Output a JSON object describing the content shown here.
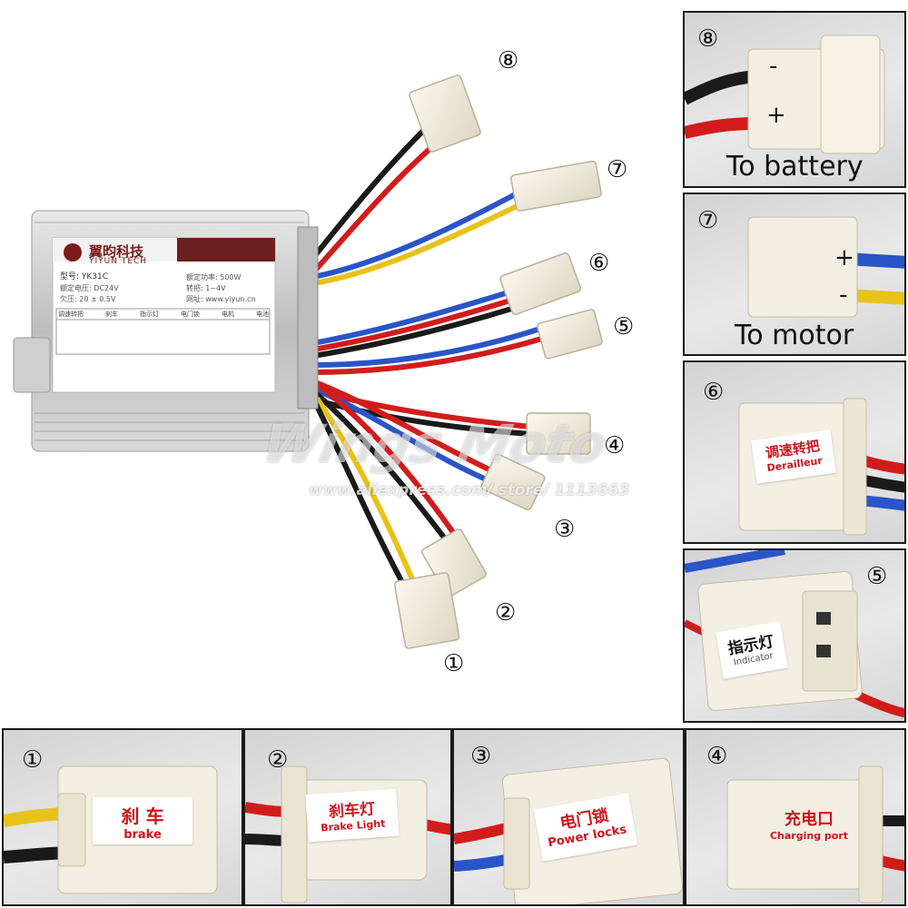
{
  "controller": {
    "brand_cn": "翼昀科技",
    "brand_en": "YIYUN TECH",
    "model": "型号: YK31C",
    "spec1": "额定电压: DC24V",
    "spec2": "欠压: 20 ± 0.5V",
    "spec3": "额定功率: 500W",
    "spec4": "转把: 1~4V",
    "spec5": "网址: www.yiyun.cn",
    "table_headers": [
      "调速转把",
      "刹车",
      "指示灯",
      "电门锁",
      "电机",
      "电池"
    ]
  },
  "watermark": {
    "line1": "Wings Moto",
    "line2": "www.aliexpress.com/ store/ 1113663"
  },
  "main_markers": [
    "⑧",
    "⑦",
    "⑥",
    "⑤",
    "④",
    "③",
    "②",
    "①"
  ],
  "panels": {
    "p8": {
      "num": "⑧",
      "minus": "-",
      "plus": "+",
      "caption": "To battery"
    },
    "p7": {
      "num": "⑦",
      "plus": "+",
      "minus": "-",
      "caption": "To motor"
    },
    "p6": {
      "num": "⑥",
      "cn": "调速转把",
      "en": "Derailleur"
    },
    "p5": {
      "num": "⑤",
      "cn": "指示灯",
      "en": "Indicator"
    },
    "p1": {
      "num": "①",
      "cn": "刹  车",
      "en": "brake"
    },
    "p2": {
      "num": "②",
      "cn": "刹车灯",
      "en": "Brake Light"
    },
    "p3": {
      "num": "③",
      "cn": "电门锁",
      "en": "Power locks"
    },
    "p4": {
      "num": "④",
      "cn": "充电口",
      "en": "Charging port"
    }
  },
  "colors": {
    "wire_red": "#d21c1c",
    "wire_black": "#1a1a1a",
    "wire_blue": "#2a55c8",
    "wire_yellow": "#e8c21a",
    "connector": "#f3efe2",
    "label_red": "#d0141d"
  }
}
